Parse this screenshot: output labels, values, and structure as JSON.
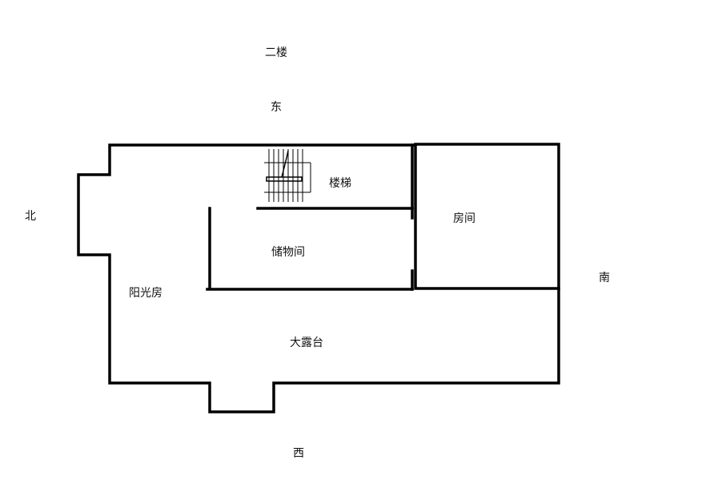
{
  "floor_title": "二楼",
  "directions": {
    "east": "东",
    "north": "北",
    "south": "南",
    "west": "西"
  },
  "rooms": {
    "stairs": "楼梯",
    "bedroom": "房间",
    "storage": "储物间",
    "sunroom": "阳光房",
    "terrace": "大露台"
  },
  "colors": {
    "wall": "#000000",
    "background": "#ffffff"
  }
}
